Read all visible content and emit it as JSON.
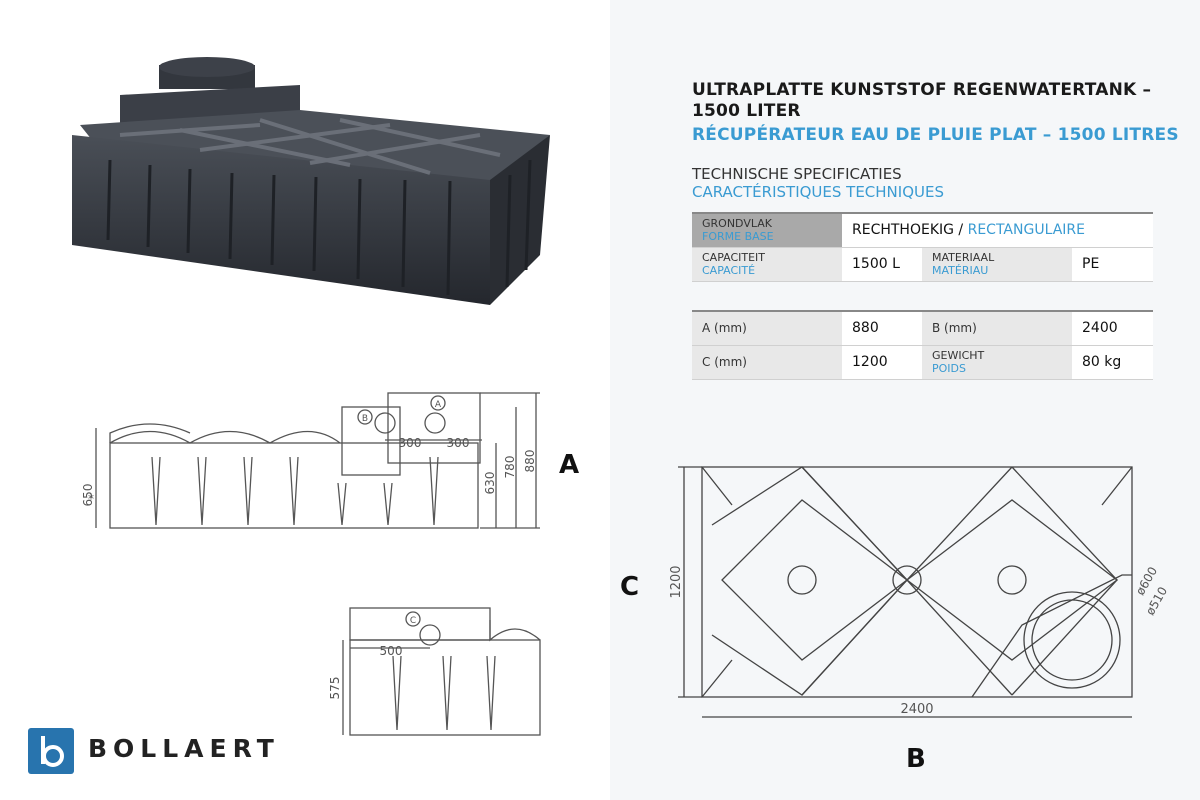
{
  "title_nl": "ULTRAPLATTE KUNSTSTOF REGENWATERTANK – 1500 LITER",
  "title_fr": "RÉCUPÉRATEUR EAU DE PLUIE PLAT – 1500 LITRES",
  "spec_nl": "TECHNISCHE SPECIFICATIES",
  "spec_fr": "CARACTÉRISTIQUES TECHNIQUES",
  "table1": {
    "grondvlak_nl": "GRONDVLAK",
    "grondvlak_fr": "FORME BASE",
    "grondvlak_val_nl": "RECHTHOEKIG",
    "grondvlak_sep": " / ",
    "grondvlak_val_fr": "RECTANGULAIRE",
    "cap_nl": "CAPACITEIT",
    "cap_fr": "CAPACITÉ",
    "cap_val": "1500 L",
    "mat_nl": "MATERIAAL",
    "mat_fr": "MATÉRIAU",
    "mat_val": "PE"
  },
  "table2": {
    "a_label": "A (mm)",
    "a_val": "880",
    "b_label": "B (mm)",
    "b_val": "2400",
    "c_label": "C (mm)",
    "c_val": "1200",
    "gew_nl": "GEWICHT",
    "gew_fr": "POIDS",
    "gew_val": "80 kg"
  },
  "labels": {
    "a": "A",
    "b": "B",
    "c": "C"
  },
  "drawing_a": {
    "dim_650": "650",
    "dim_630": "630",
    "dim_780": "780",
    "dim_880": "880",
    "dim_300a": "300",
    "dim_300b": "300",
    "circle_b": "B",
    "circle_a": "A",
    "star": "*"
  },
  "drawing_c": {
    "dim_500": "500",
    "dim_575": "575",
    "circle_c": "C"
  },
  "drawing_b": {
    "dim_2400": "2400",
    "dim_1200": "1200",
    "dim_600": "ø600",
    "dim_510": "ø510"
  },
  "brand": "BOLLAERT",
  "colors": {
    "accent": "#3a9bd2",
    "brand": "#2874ae",
    "tank": "#2b2f36"
  }
}
